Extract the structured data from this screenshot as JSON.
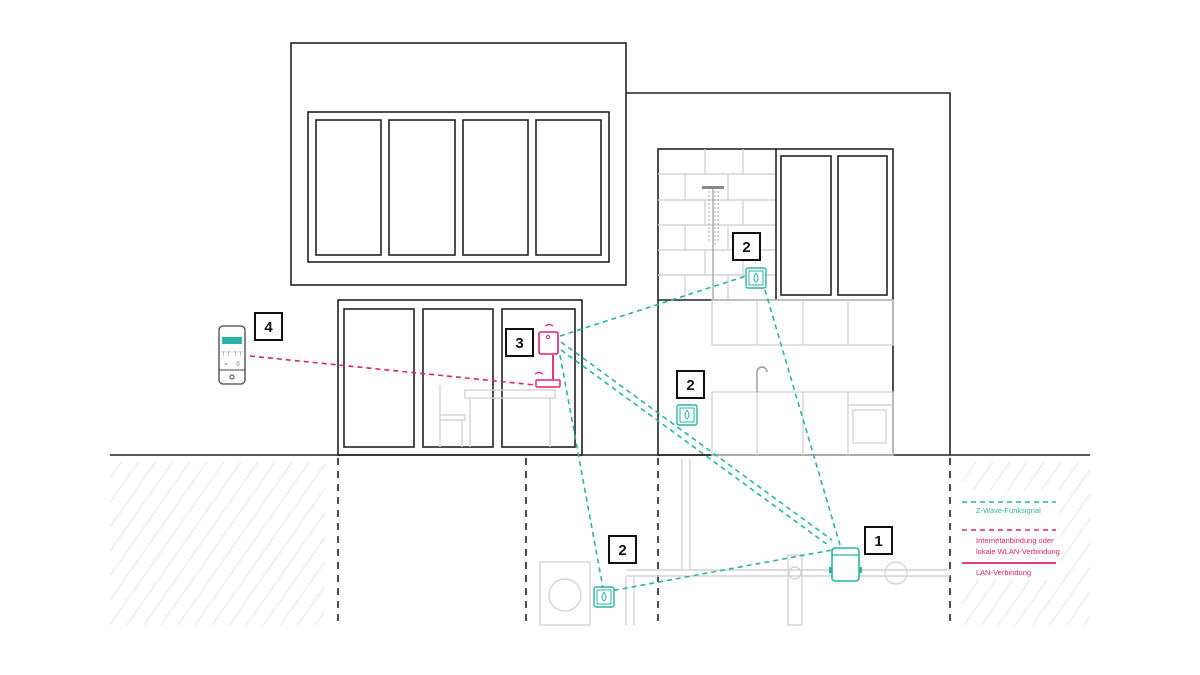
{
  "labels": {
    "water_control": "1",
    "leak_sensor_bath": "2",
    "leak_sensor_kitchen": "2",
    "leak_sensor_laundry": "2",
    "gateway": "3",
    "smartphone_app": "4"
  },
  "legend": {
    "zwave": "Z-Wave-Funksignal",
    "internet_line1": "Internetanbindung oder",
    "internet_line2": "lokale WLAN-Verbindung",
    "lan": "LAN-Verbindung"
  },
  "colors": {
    "zwave": "#2bb3a6",
    "wlan": "#e0206e",
    "lan": "#e0206e",
    "building": "#222222",
    "detail": "#d4d4d4"
  }
}
